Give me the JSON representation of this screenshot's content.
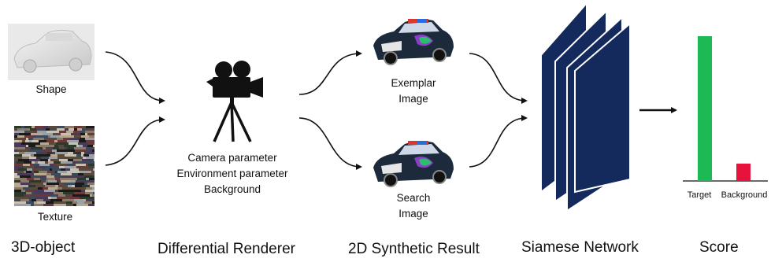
{
  "object": {
    "shape_label": "Shape",
    "texture_label": "Texture"
  },
  "renderer": {
    "params": [
      "Camera parameter",
      "Environment parameter",
      "Background"
    ]
  },
  "synthetic": {
    "exemplar_label": [
      "Exemplar",
      "Image"
    ],
    "search_label": [
      "Search",
      "Image"
    ]
  },
  "score": {
    "bars": [
      {
        "label": "Target",
        "value": 1.0,
        "color": "#1db954"
      },
      {
        "label": "Background",
        "value": 0.12,
        "color": "#e8133d"
      }
    ]
  },
  "stages": [
    "3D-object",
    "Differential Renderer",
    "2D Synthetic Result",
    "Siamese Network",
    "Score"
  ],
  "colors": {
    "network": "#142a5c",
    "arrow": "#111111"
  }
}
